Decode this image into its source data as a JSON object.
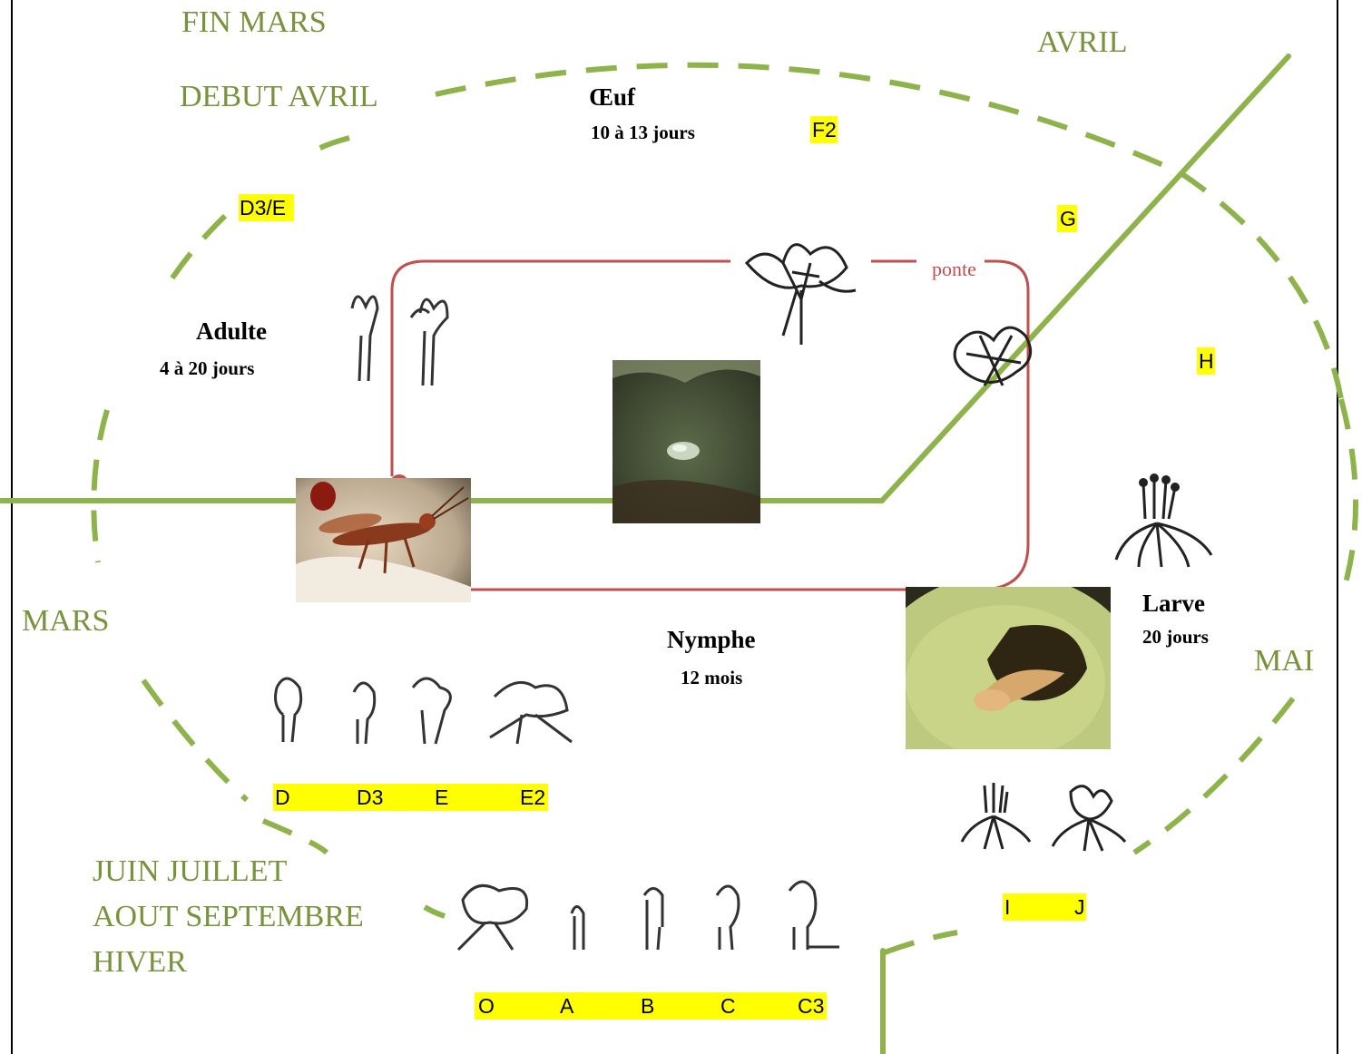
{
  "months": {
    "fin_mars": "FIN MARS",
    "debut_avril": "DEBUT AVRIL",
    "avril": "AVRIL",
    "mars": "MARS",
    "mai": "MAI",
    "summer_line1": "JUIN JUILLET",
    "summer_line2": "AOUT SEPTEMBRE",
    "summer_line3": "HIVER"
  },
  "stages": {
    "oeuf": {
      "title": "Œuf",
      "duration": "10 à 13 jours"
    },
    "adulte": {
      "title": "Adulte",
      "duration": "4 à 20 jours"
    },
    "nymphe": {
      "title": "Nymphe",
      "duration": "12 mois"
    },
    "larve": {
      "title": "Larve",
      "duration": "20 jours"
    },
    "ponte": "ponte"
  },
  "phenology_labels": {
    "f2": "F2",
    "g": "G",
    "h": "H",
    "d3e": "D3/E",
    "d_row": [
      "D",
      "D3",
      "E",
      "E2"
    ],
    "ij_row": [
      "I",
      "J"
    ],
    "o_row": [
      "O",
      "A",
      "B",
      "C",
      "C3"
    ]
  },
  "colors": {
    "green": "#8db34a",
    "month_text": "#77933c",
    "cycle_line": "#c0504d",
    "highlight": "#ffff00"
  }
}
